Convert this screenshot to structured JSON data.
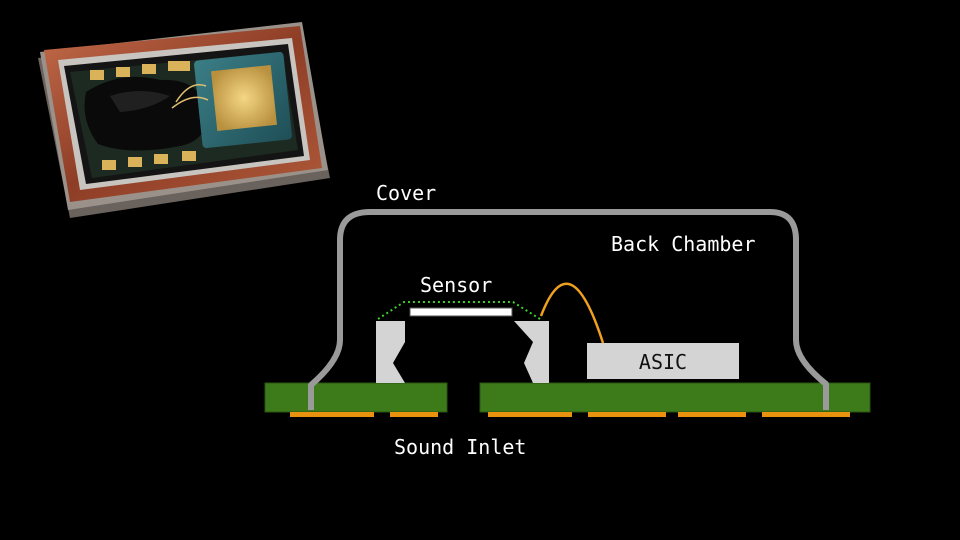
{
  "labels": {
    "cover": "Cover",
    "back_chamber": "Back Chamber",
    "sensor": "Sensor",
    "asic": "ASIC",
    "sound_inlet": "Sound Inlet"
  },
  "colors": {
    "background": "#000000",
    "cover": "#9a9a9a",
    "pcb": "#3d7a1a",
    "pads": "#e8920e",
    "sensor_die": "#d4d4d4",
    "asic": "#d4d4d4",
    "wire_bond": "#f0a020",
    "membrane_dots": "#3fcf2a"
  },
  "photo": {
    "description_icon": "mems-microphone-photo"
  }
}
